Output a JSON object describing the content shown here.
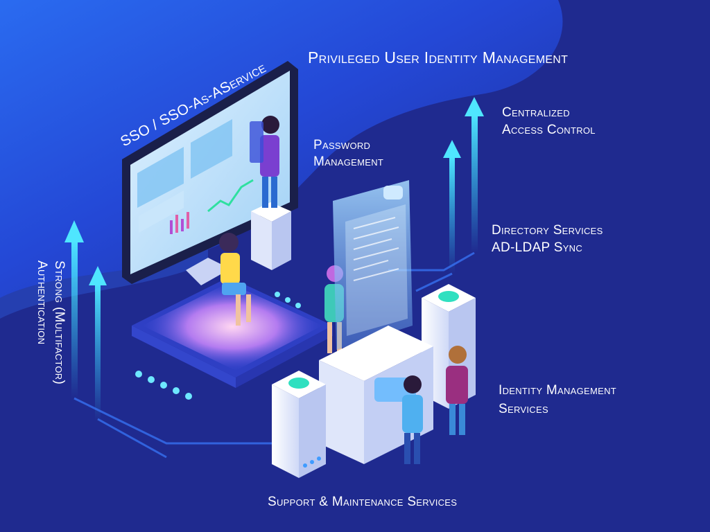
{
  "labels": {
    "privileged": "Privileged User Identity Management",
    "sso": "SSO / SSO-As-AService",
    "password_line1": "Password",
    "password_line2": "Management",
    "centralized_line1": "Centralized",
    "centralized_line2": "Access Control",
    "directory_line1": "Directory Services",
    "directory_line2": "AD-LDAP Sync",
    "identity_line1": "Identity Management",
    "identity_line2": "Services",
    "support": "Support & Maintenance Services",
    "strong_line1": "Strong (Multifactor)",
    "strong_line2": "Authentication"
  },
  "colors": {
    "background": "#1f2a8f",
    "accent_cyan": "#2fd6ff",
    "accent_purple": "#8b4fd6",
    "accent_teal": "#2fe0c0"
  }
}
